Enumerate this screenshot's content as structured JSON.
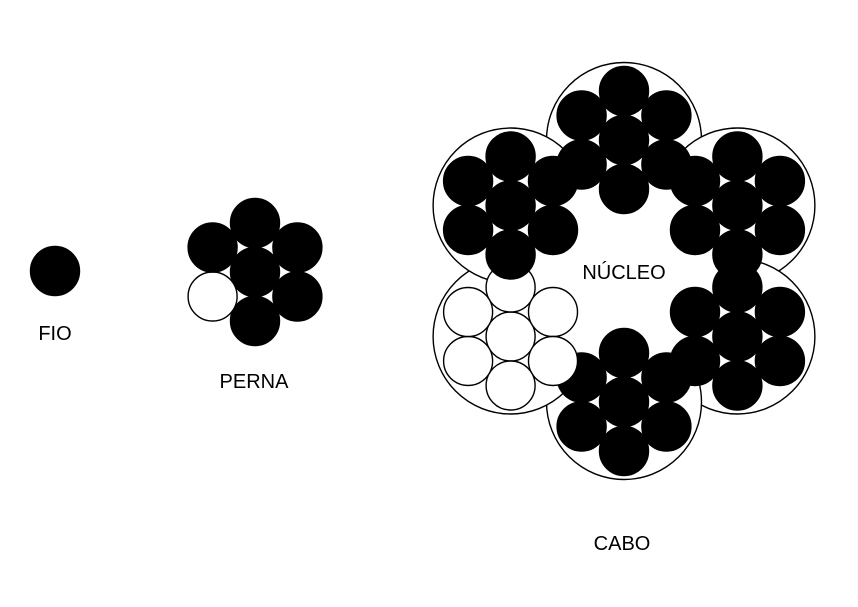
{
  "labels": {
    "wire": "FIO",
    "strand": "PERNA",
    "core": "NÚCLEO",
    "rope": "CABO"
  },
  "colors": {
    "filled": "#000000",
    "empty": "#ffffff",
    "stroke": "#000000",
    "background": "#ffffff"
  },
  "diagram": {
    "wire_count": 1,
    "strand_wire_count": 7,
    "strand_empty_wires": 1,
    "rope_strand_count": 6,
    "rope_empty_strands": 1
  }
}
